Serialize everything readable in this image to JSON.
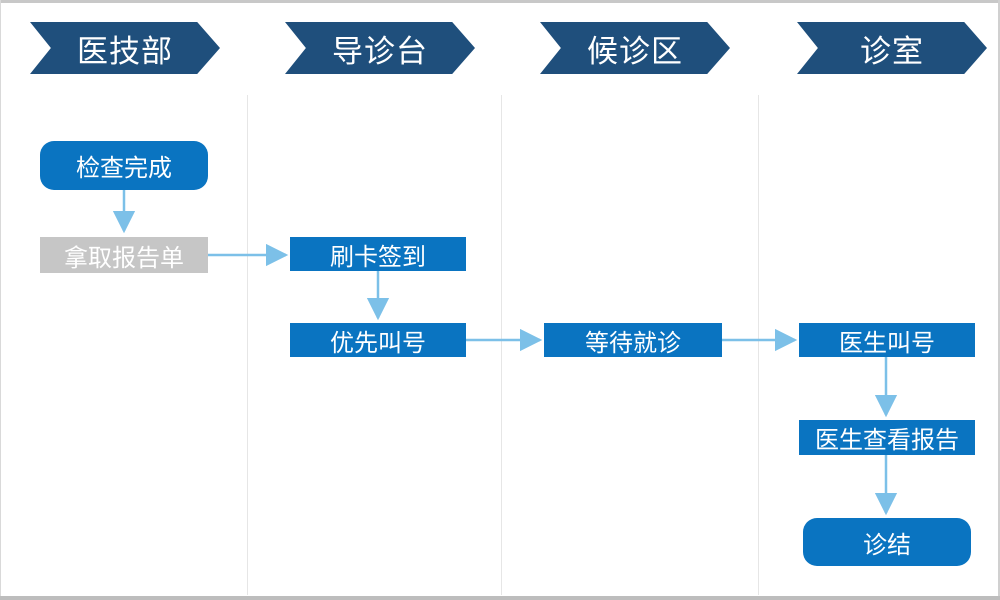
{
  "columns": [
    "医技部",
    "导诊台",
    "候诊区",
    "诊室"
  ],
  "nodes": {
    "exam_done": "检查完成",
    "get_report": "拿取报告单",
    "card_checkin": "刷卡签到",
    "priority_call": "优先叫号",
    "wait_visit": "等待就诊",
    "doctor_call": "医生叫号",
    "doctor_review": "医生查看报告",
    "conclusion": "诊结"
  },
  "colors": {
    "header": "#1f4f7c",
    "node_blue": "#0a74c1",
    "node_gray": "#c6c6c6",
    "arrow": "#7cc0e8"
  }
}
